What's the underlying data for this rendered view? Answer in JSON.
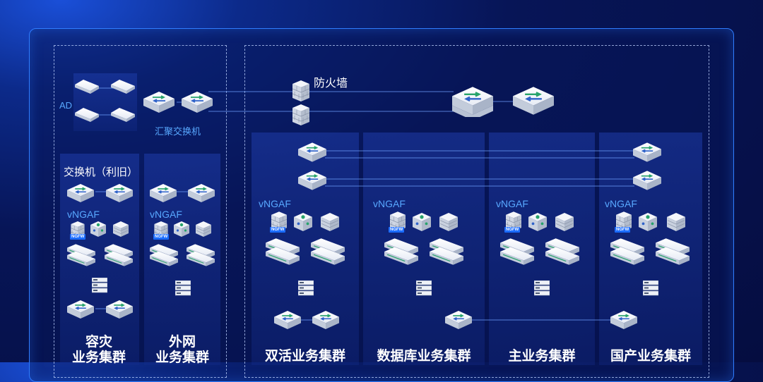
{
  "labels": {
    "ad": "AD",
    "aggregation_switch": "汇聚交换机",
    "firewall": "防火墙",
    "switch_reuse": "交换机（利旧）",
    "vngaf": "vNGAF",
    "ngfw": "NGFW"
  },
  "clusters": [
    {
      "id": "dr",
      "title_lines": [
        "容灾",
        "业务集群"
      ]
    },
    {
      "id": "extranet",
      "title_lines": [
        "外网",
        "业务集群"
      ]
    },
    {
      "id": "active",
      "title_lines": [
        "双活业务集群"
      ]
    },
    {
      "id": "database",
      "title_lines": [
        "数据库业务集群"
      ]
    },
    {
      "id": "main",
      "title_lines": [
        "主业务集群"
      ]
    },
    {
      "id": "domestic",
      "title_lines": [
        "国产业务集群"
      ]
    }
  ],
  "colors": {
    "background": "#071557",
    "frame_border": "#2f7dff",
    "accent_blue": "#58a8ff",
    "switch_arrow": "#27a36b",
    "ngfw_badge": "#1b6cff",
    "link_line": "#6fa0ff"
  },
  "icons": {
    "switch": "network-switch-icon",
    "flat_device": "flat-appliance-icon",
    "firewall": "firewall-brick-icon",
    "server": "rack-server-icon",
    "storage": "storage-node-icon",
    "virtual_machine": "virtual-machine-cube-icon",
    "disk": "disk-array-icon"
  }
}
